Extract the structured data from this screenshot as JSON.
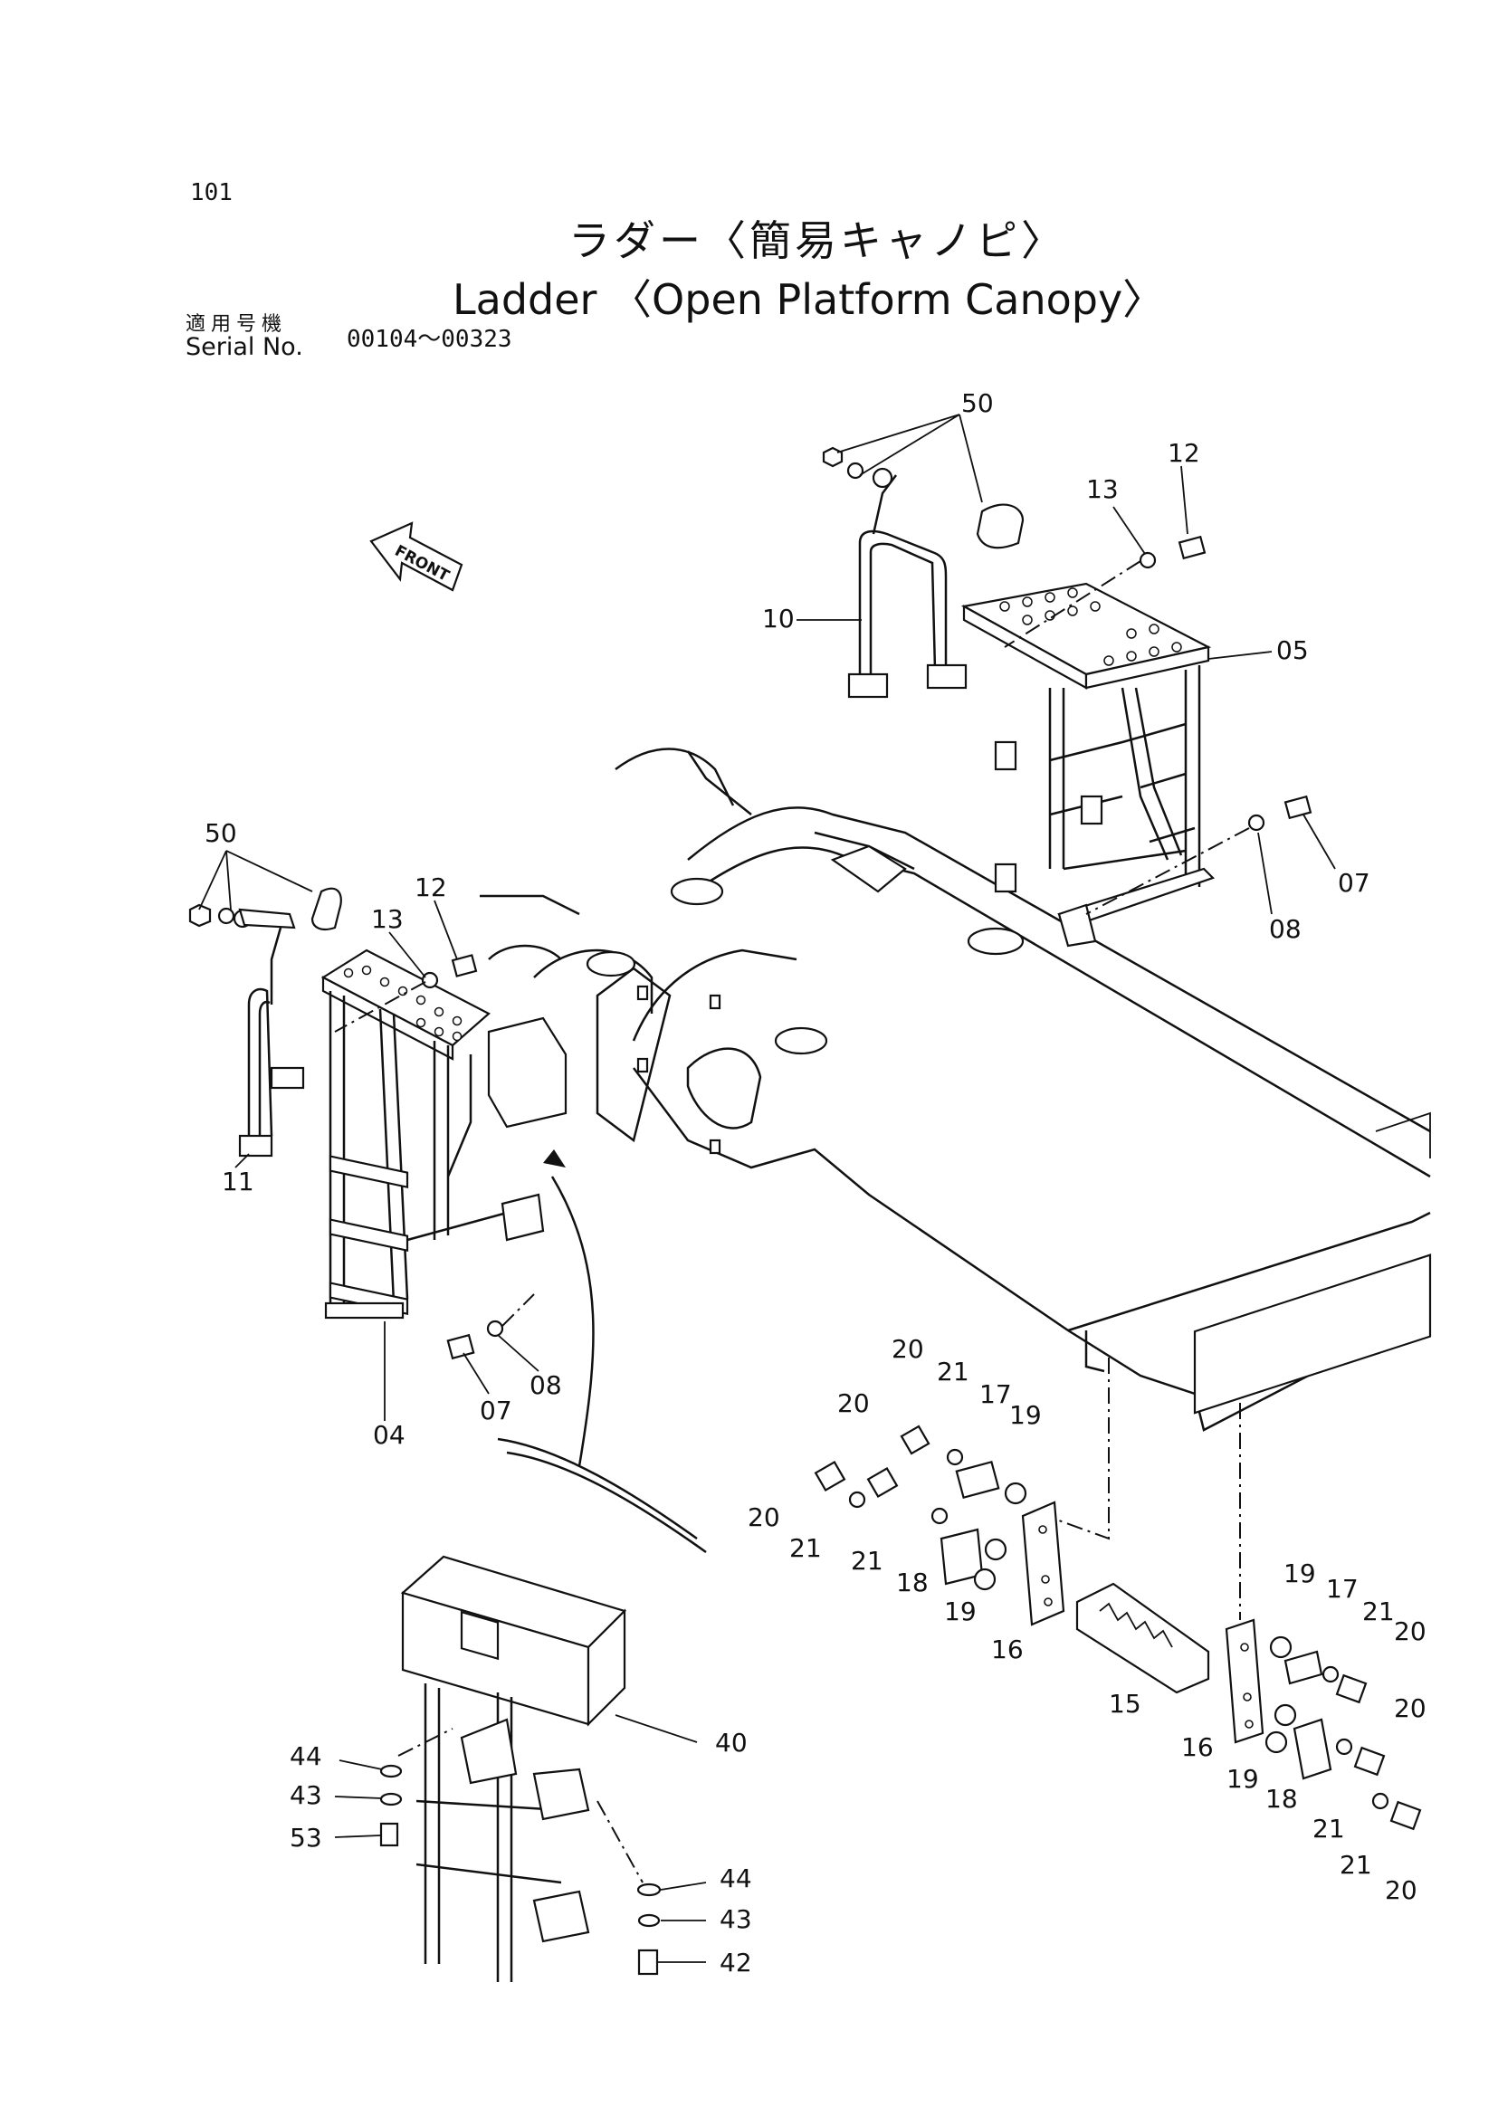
{
  "page_number": "101",
  "title_jp": "ラダー〈簡易キャノピ〉",
  "title_en": "Ladder 〈Open Platform Canopy〉",
  "serial_label_jp": "適用号機",
  "serial_label_en": "Serial No.",
  "serial_range": "00104～00323",
  "front_label": "FRONT",
  "part_labels": {
    "p50_top": "50",
    "p12_top": "12",
    "p13_top": "13",
    "p10": "10",
    "p05": "05",
    "p07_right": "07",
    "p08_right": "08",
    "p50_left": "50",
    "p12_left": "12",
    "p13_left": "13",
    "p11": "11",
    "p08_left": "08",
    "p07_left": "07",
    "p04": "04",
    "p20_a": "20",
    "p21_a": "21",
    "p17_a": "17",
    "p19_a": "19",
    "p20_b": "20",
    "p20_c": "20",
    "p21_b": "21",
    "p21_c": "21",
    "p18_a": "18",
    "p19_b": "19",
    "p16_a": "16",
    "p15": "15",
    "p19_c": "19",
    "p17_b": "17",
    "p21_d": "21",
    "p20_d": "20",
    "p20_e": "20",
    "p16_b": "16",
    "p19_d": "19",
    "p18_b": "18",
    "p21_e": "21",
    "p21_f": "21",
    "p20_f": "20",
    "p40": "40",
    "p44_a": "44",
    "p43_a": "43",
    "p53": "53",
    "p44_b": "44",
    "p43_b": "43",
    "p42": "42"
  }
}
